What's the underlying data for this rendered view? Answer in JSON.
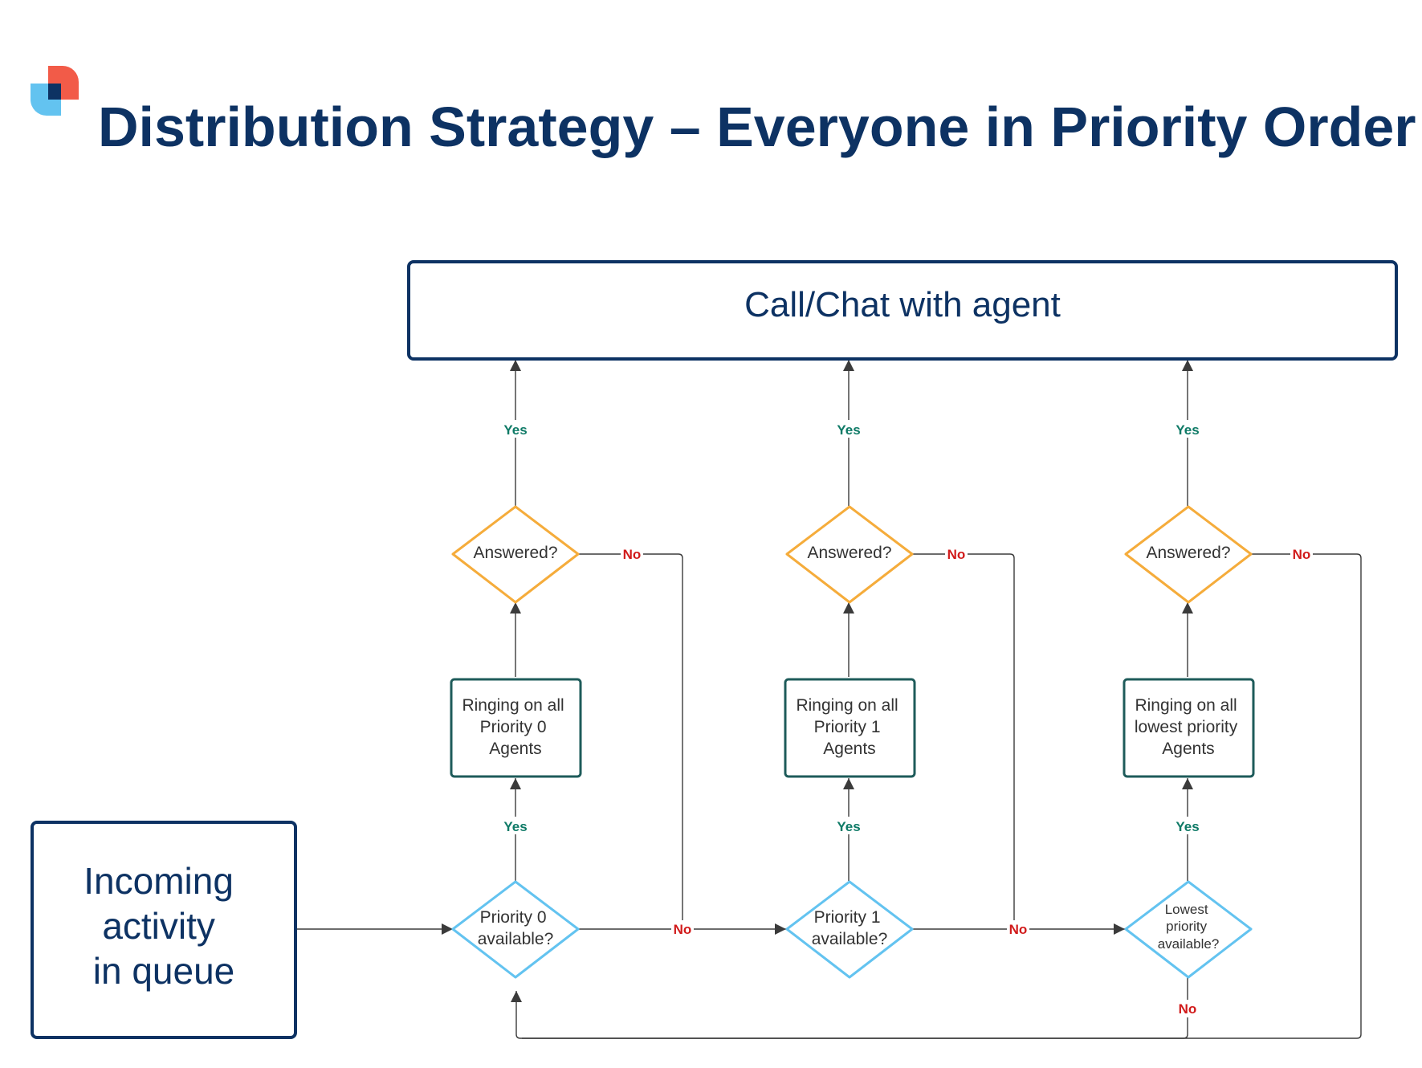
{
  "title": "Distribution Strategy – Everyone in Priority Order",
  "colors": {
    "title": "#0d3263",
    "navy_border": "#0d3263",
    "teal_border": "#1e5b5a",
    "decision_orange": "#f5ac3b",
    "decision_blue": "#63c3f0",
    "yes_label": "#0e7a66",
    "no_label": "#d11a1a",
    "logo_red": "#f25b48",
    "logo_blue": "#63c3f0",
    "logo_navy": "#0d3263"
  },
  "icons": {
    "logo": "brand-logo-icon"
  },
  "nodes": {
    "agent": {
      "label": "Call/Chat with agent"
    },
    "incoming": {
      "lines": [
        "Incoming",
        "activity",
        "in queue"
      ]
    },
    "ring": [
      {
        "lines": [
          "Ringing on all",
          "Priority 0",
          "Agents"
        ]
      },
      {
        "lines": [
          "Ringing on all",
          "Priority 1",
          "Agents"
        ]
      },
      {
        "lines": [
          "Ringing on all",
          "lowest priority",
          "Agents"
        ]
      }
    ],
    "answered": [
      {
        "label": "Answered?"
      },
      {
        "label": "Answered?"
      },
      {
        "label": "Answered?"
      }
    ],
    "available": [
      {
        "lines": [
          "Priority 0",
          "available?"
        ]
      },
      {
        "lines": [
          "Priority 1",
          "available?"
        ]
      },
      {
        "lines": [
          "Lowest",
          "priority",
          "available?"
        ]
      }
    ]
  },
  "labels": {
    "yes": "Yes",
    "no": "No"
  }
}
